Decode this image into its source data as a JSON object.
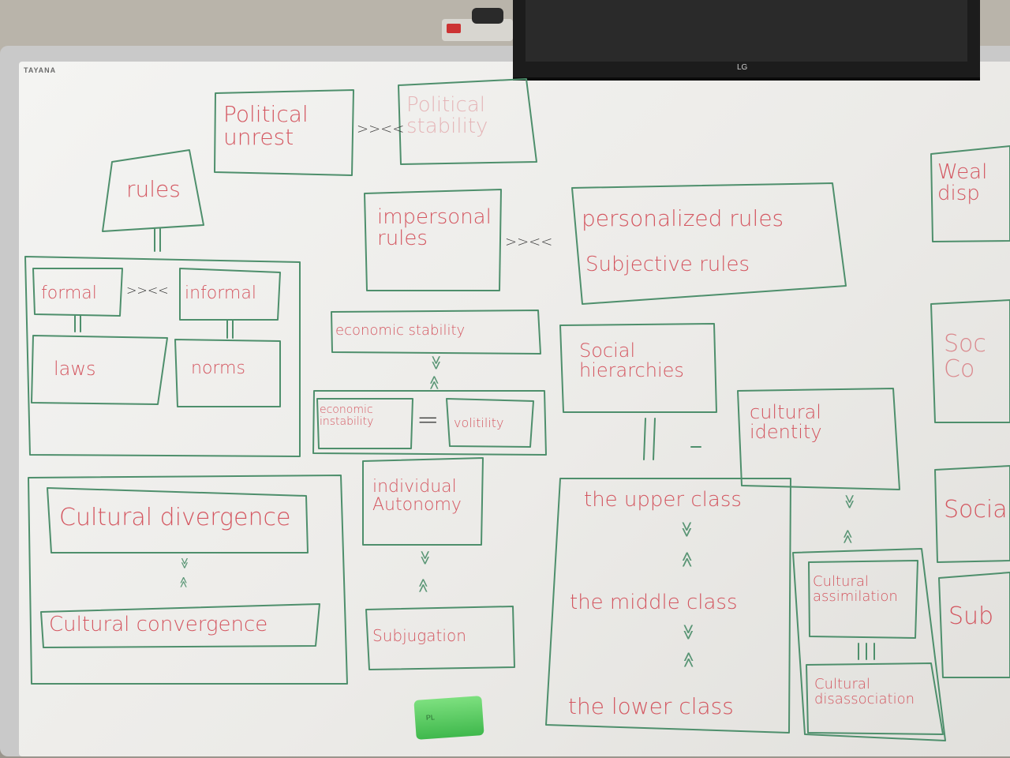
{
  "board_brand": "TAYANA",
  "tv_brand": "LG",
  "eraser_text": "PL",
  "ink_colors": {
    "boxes": "#4e8f6c",
    "text": "#d24a55"
  },
  "notes": {
    "political_unrest": "Political unrest",
    "political_stability": "Political stability",
    "rules": "rules",
    "formal": "formal",
    "informal": "informal",
    "laws": "laws",
    "norms": "norms",
    "impersonal_rules": "impersonal rules",
    "personalized_rules": "personalized rules",
    "subjective_rules": "Subjective rules",
    "economic_stability": "economic stability",
    "economic_instability": "economic instability",
    "volatility": "volitility",
    "individual_autonomy": "individual Autonomy",
    "subjugation": "Subjugation",
    "social_hierarchies": "Social hierarchies",
    "upper_class": "the upper class",
    "middle_class": "the middle class",
    "lower_class": "the lower class",
    "cultural_identity": "cultural identity",
    "cultural_assimilation": "Cultural assimilation",
    "cultural_disassociation": "Cultural disassociation",
    "cultural_divergence": "Cultural divergence",
    "cultural_convergence": "Cultural convergence",
    "wealth_partial": "Weal disp",
    "social_partial_1": "Soc Co",
    "social_partial_2": "Social",
    "sub_partial": "Sub"
  },
  "connectors": {
    "vs": ">><<",
    "double_arrow_down": "≫",
    "equals": "=",
    "parallel": "||"
  }
}
